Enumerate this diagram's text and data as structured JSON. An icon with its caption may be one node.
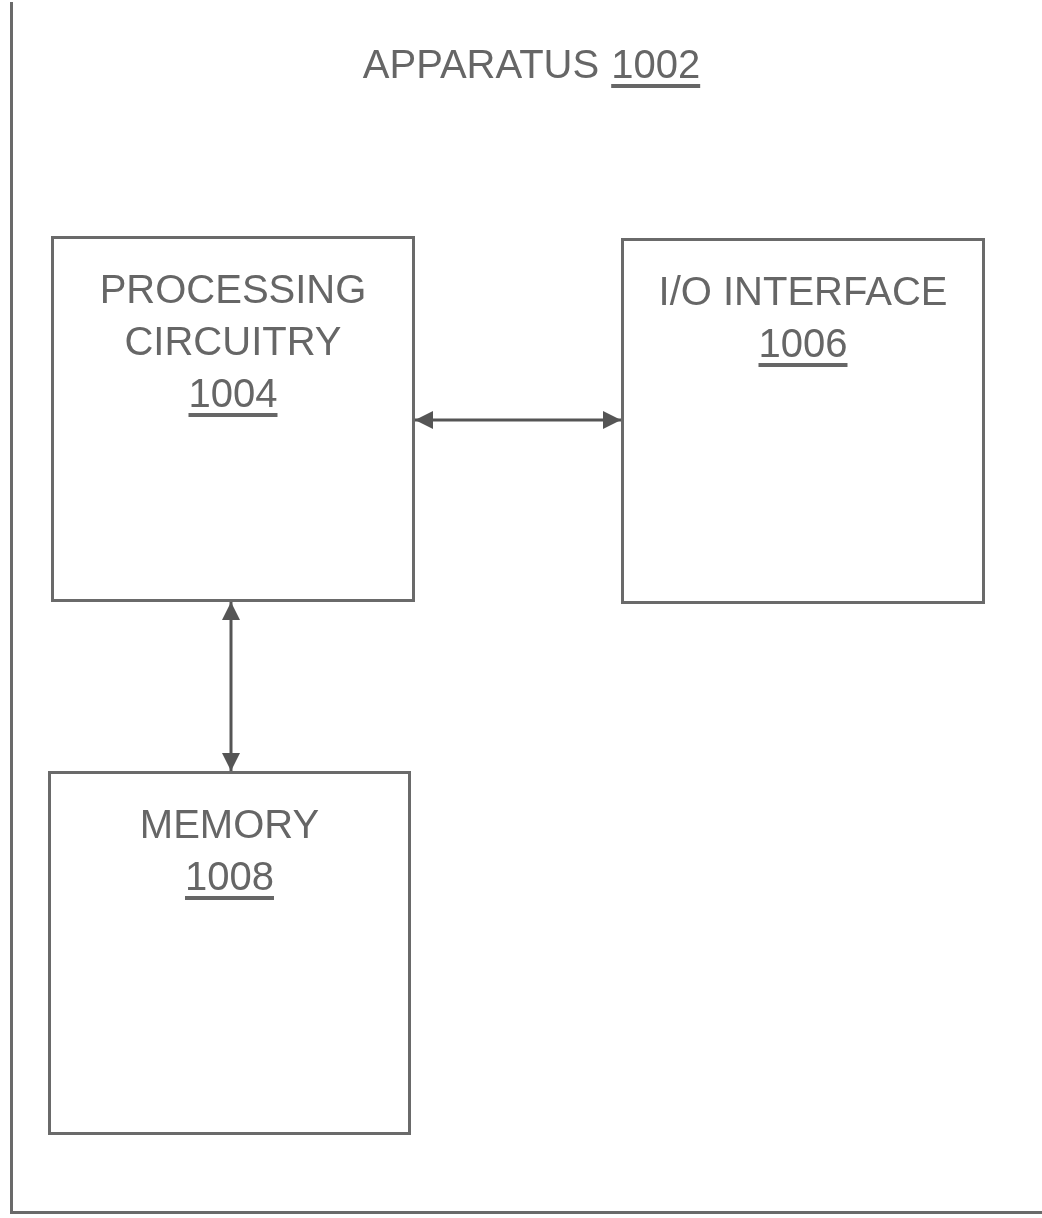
{
  "diagram": {
    "nodes": [
      {
        "text": [
          "APPARATUS",
          "1002"
        ]
      },
      {
        "text": [
          "PROCESSING CIRCUITRY",
          "1004"
        ],
        "in": 0
      },
      {
        "text": [
          "I/O INTERFACE",
          "1006"
        ],
        "in": 0
      },
      {
        "text": [
          "MEMORY",
          "1008"
        ],
        "in": 0
      }
    ],
    "edges": [
      {
        "from": 1,
        "to": 2,
        "arrow": "both"
      },
      {
        "from": 1,
        "to": 3,
        "arrow": "both"
      }
    ]
  }
}
